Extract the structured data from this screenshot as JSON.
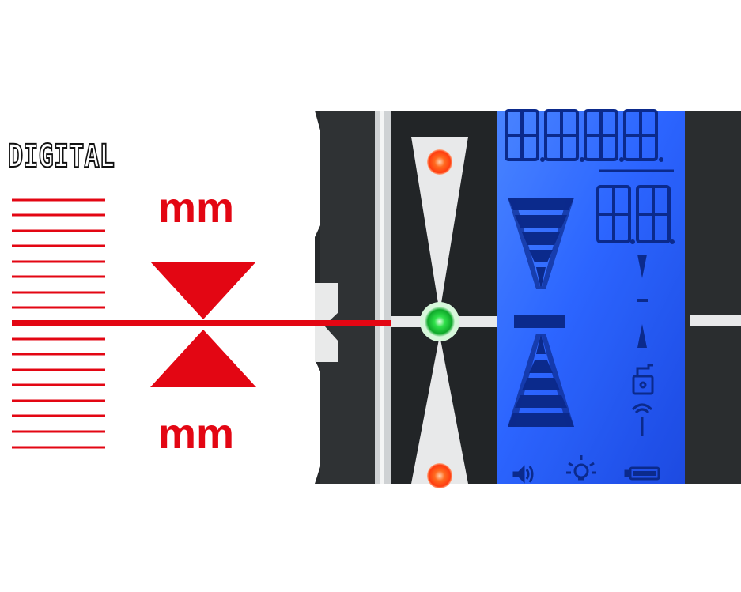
{
  "labels": {
    "digital": "DIGITAL",
    "unit_top": "mm",
    "unit_bottom": "mm"
  },
  "colors": {
    "laser_red": "#e30613",
    "housing": "#2b2e30",
    "housing_dark": "#1c1e20",
    "lcd_blue": "#1a5bff",
    "lcd_glow": "#6fa8ff",
    "segment": "#0b2a8c",
    "led_green": "#1bd635",
    "led_orange": "#ff5a1a"
  },
  "icons": {
    "level_arrows": "double-triangle-icon",
    "speaker": "speaker-icon",
    "backlight": "light-bulb-icon",
    "battery": "battery-icon",
    "antenna": "antenna-icon",
    "lock": "lock-icon"
  }
}
